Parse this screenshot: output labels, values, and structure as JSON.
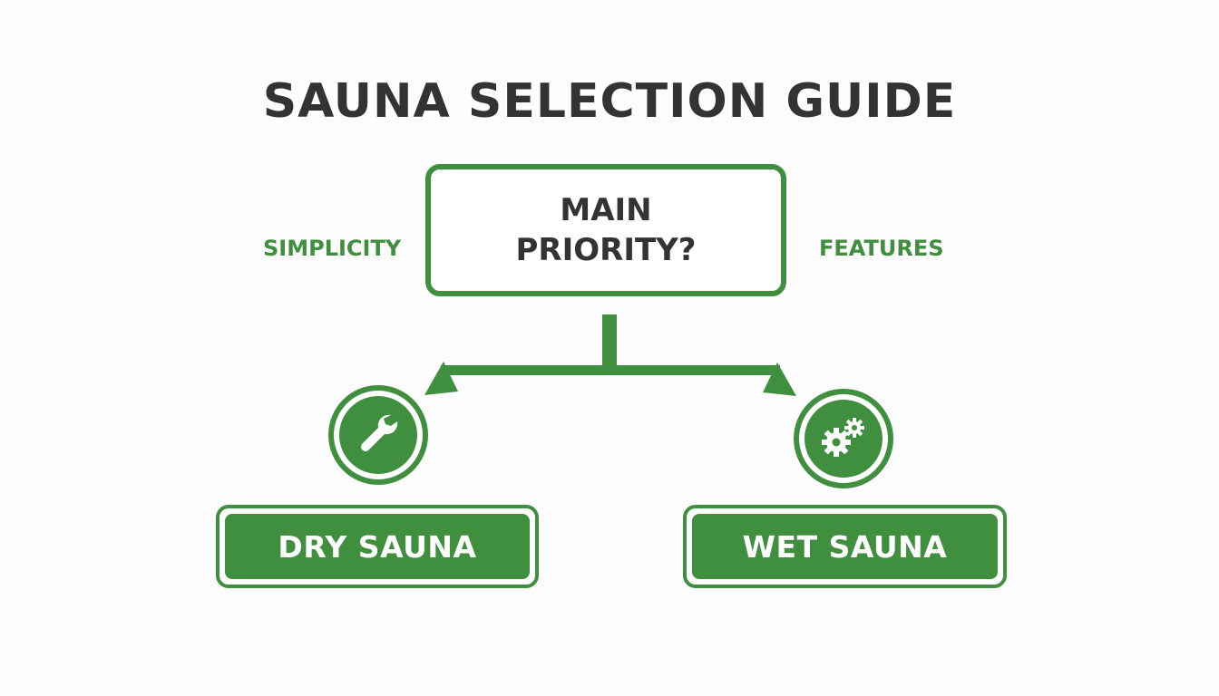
{
  "title": "SAUNA SELECTION GUIDE",
  "decision": {
    "line1": "MAIN",
    "line2": "PRIORITY?"
  },
  "branches": {
    "left_label": "SIMPLICITY",
    "right_label": "FEATURES"
  },
  "outcomes": {
    "left": {
      "label": "DRY SAUNA",
      "icon": "wrench-icon"
    },
    "right": {
      "label": "WET SAUNA",
      "icon": "gears-icon"
    }
  },
  "colors": {
    "accent": "#3f8f3f",
    "text": "#333333",
    "background": "#fdfdfd"
  }
}
